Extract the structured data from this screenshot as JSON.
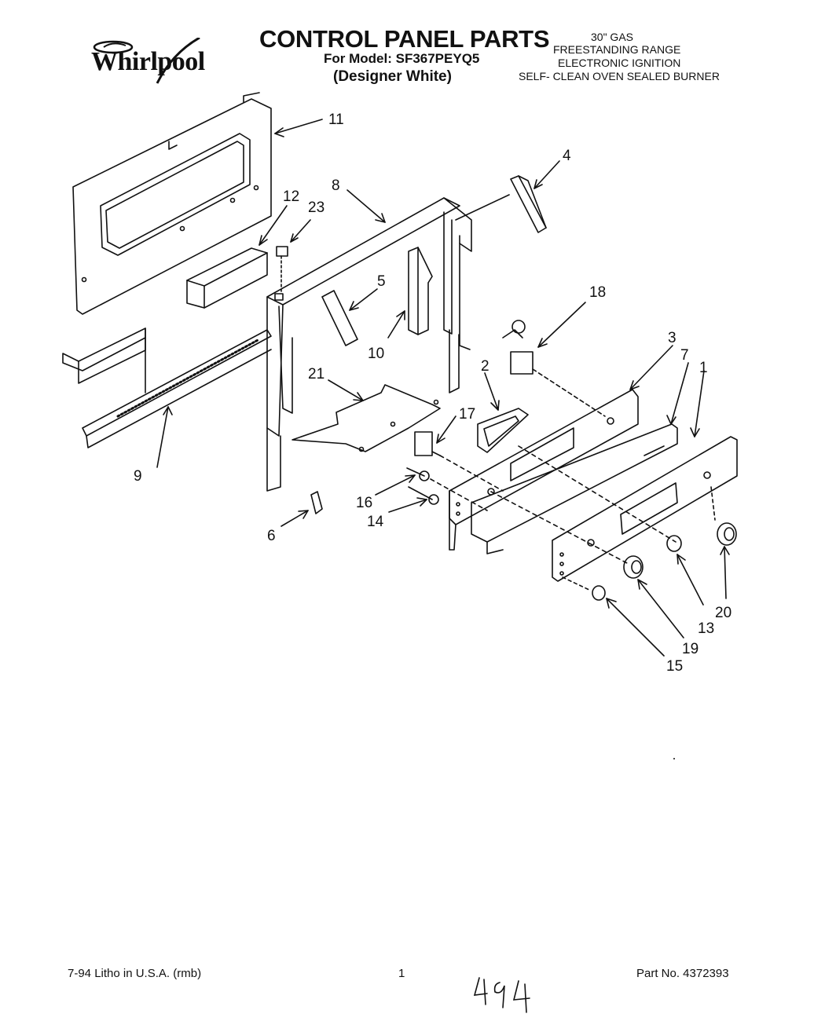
{
  "header": {
    "brand": "Whirlpool",
    "title": "CONTROL PANEL PARTS",
    "model_line": "For Model: SF367PEYQ5",
    "variant": "(Designer White)",
    "spec_lines": [
      "30\" GAS",
      "FREESTANDING RANGE",
      "ELECTRONIC IGNITION",
      "SELF- CLEAN OVEN SEALED BURNER"
    ]
  },
  "callouts": {
    "c1": "1",
    "c2": "2",
    "c3": "3",
    "c4": "4",
    "c5": "5",
    "c6": "6",
    "c7": "7",
    "c8": "8",
    "c9": "9",
    "c10": "10",
    "c11": "11",
    "c12": "12",
    "c13": "13",
    "c14": "14",
    "c15": "15",
    "c16": "16",
    "c17": "17",
    "c18": "18",
    "c19": "19",
    "c20": "20",
    "c21": "21",
    "c23": "23"
  },
  "footer": {
    "print_info": "7-94 Litho in U.S.A. (rmb)",
    "page_number": "1",
    "part_number": "Part No. 4372393",
    "handwritten_note": "494"
  }
}
